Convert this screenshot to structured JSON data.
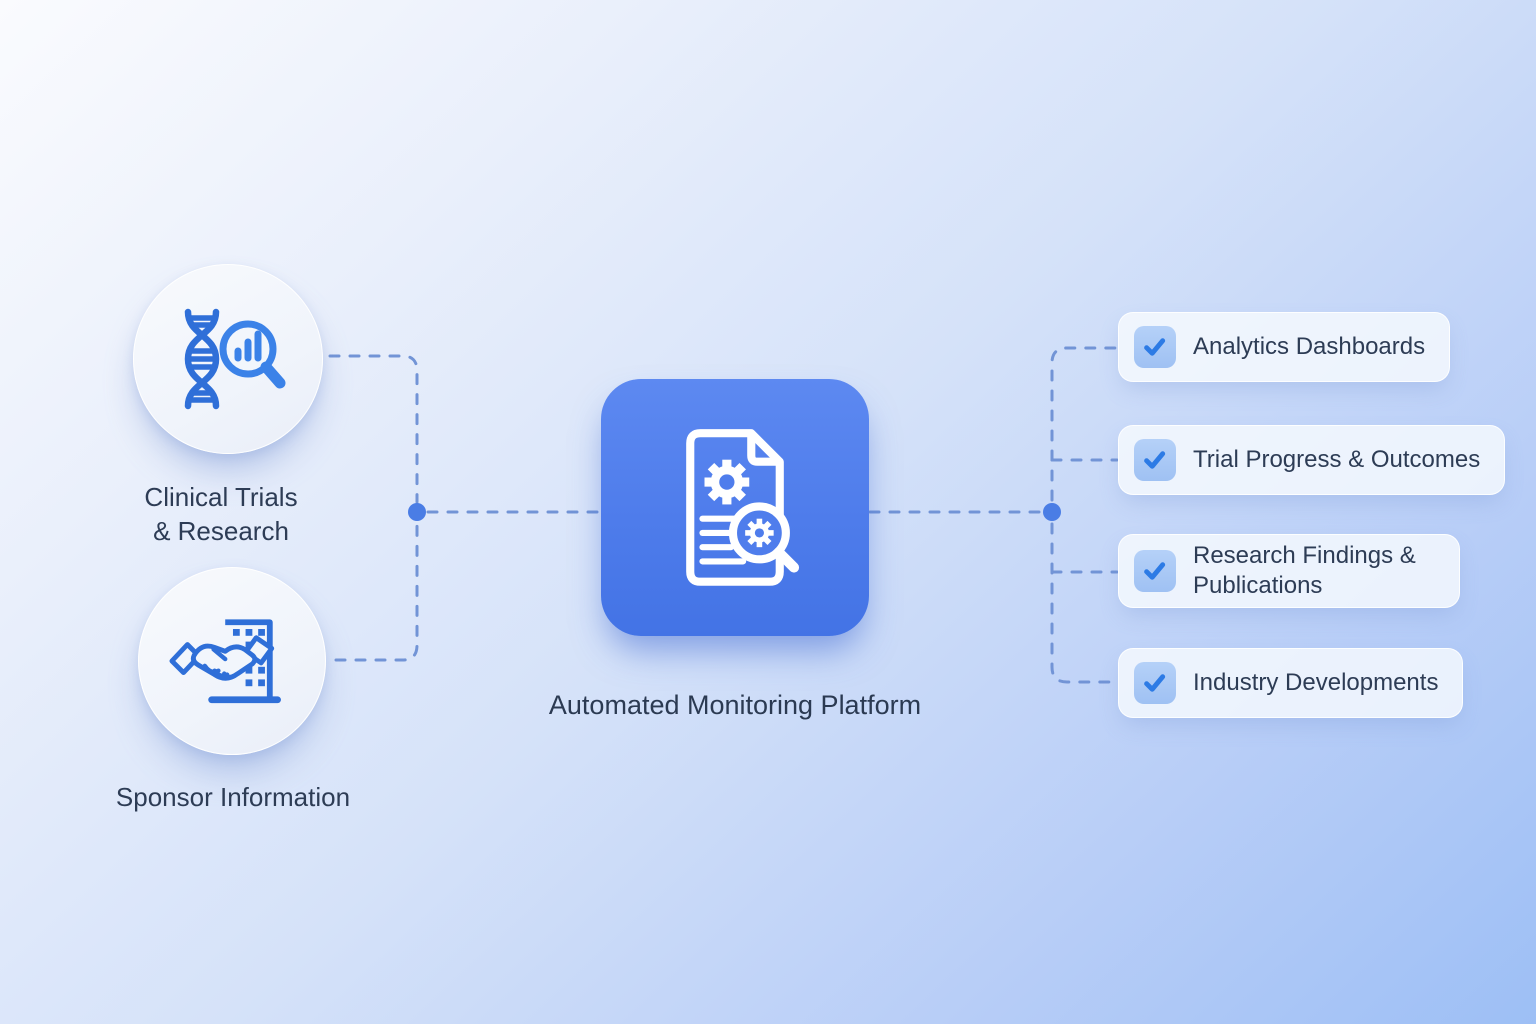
{
  "diagram_title": "Automated Monitoring Platform flow diagram",
  "sources": [
    {
      "label": "Clinical Trials & Research",
      "icon": "dna-analytics-magnifier-icon"
    },
    {
      "label": "Sponsor Information",
      "icon": "handshake-building-icon"
    }
  ],
  "platform": {
    "label": "Automated Monitoring Platform",
    "icon": "document-gear-magnifier-icon"
  },
  "outputs": [
    {
      "label": "Analytics Dashboards",
      "checked": true
    },
    {
      "label": "Trial Progress & Outcomes",
      "checked": true
    },
    {
      "label": "Research Findings & Publications",
      "checked": true
    },
    {
      "label": "Industry Developments",
      "checked": true
    }
  ],
  "colors": {
    "accent_blue": "#4a7de5",
    "platform_gradient_top": "#5d89f1",
    "platform_gradient_bottom": "#4373e5",
    "connector_dash": "#7294d6",
    "junction_dot": "#4a7de5",
    "icon_stroke_blue": "#2f6fd8",
    "checkbox_fill": "#a9c8f5",
    "check_stroke": "#2d7be5",
    "card_background": "#f7fafe",
    "text_dark": "#2d3c55",
    "background_top_left": "#fafbfe",
    "background_bottom_right": "#9dbff5"
  }
}
